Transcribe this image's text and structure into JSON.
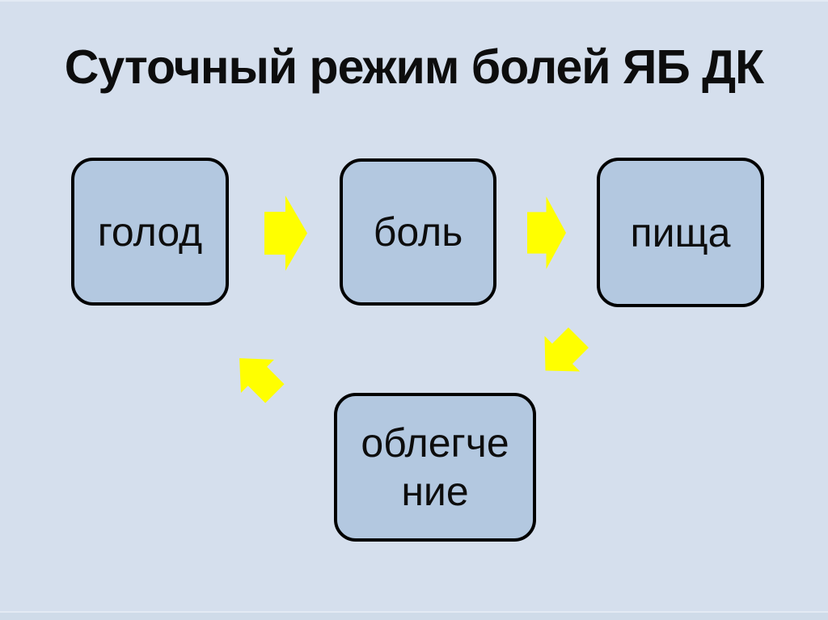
{
  "slide": {
    "title": "Суточный режим болей ЯБ ДК",
    "colors": {
      "bg": "#d5dfed",
      "nodeFill": "#b3c8e0",
      "nodeBorder": "#000000",
      "arrow": "#ffff00",
      "ink": "#0d0d0d"
    },
    "nodes": [
      {
        "id": "golod",
        "label": "голод"
      },
      {
        "id": "bol",
        "label": "боль"
      },
      {
        "id": "pishcha",
        "label": "пища"
      },
      {
        "id": "oblegchenie",
        "label": "облегче ние"
      }
    ],
    "arrows": [
      {
        "from": "голод",
        "to": "боль",
        "direction": "right"
      },
      {
        "from": "боль",
        "to": "пища",
        "direction": "right"
      },
      {
        "from": "пища",
        "to": "облегчение",
        "direction": "down-left"
      },
      {
        "from": "облегчение",
        "to": "голод",
        "direction": "up-left"
      }
    ]
  }
}
